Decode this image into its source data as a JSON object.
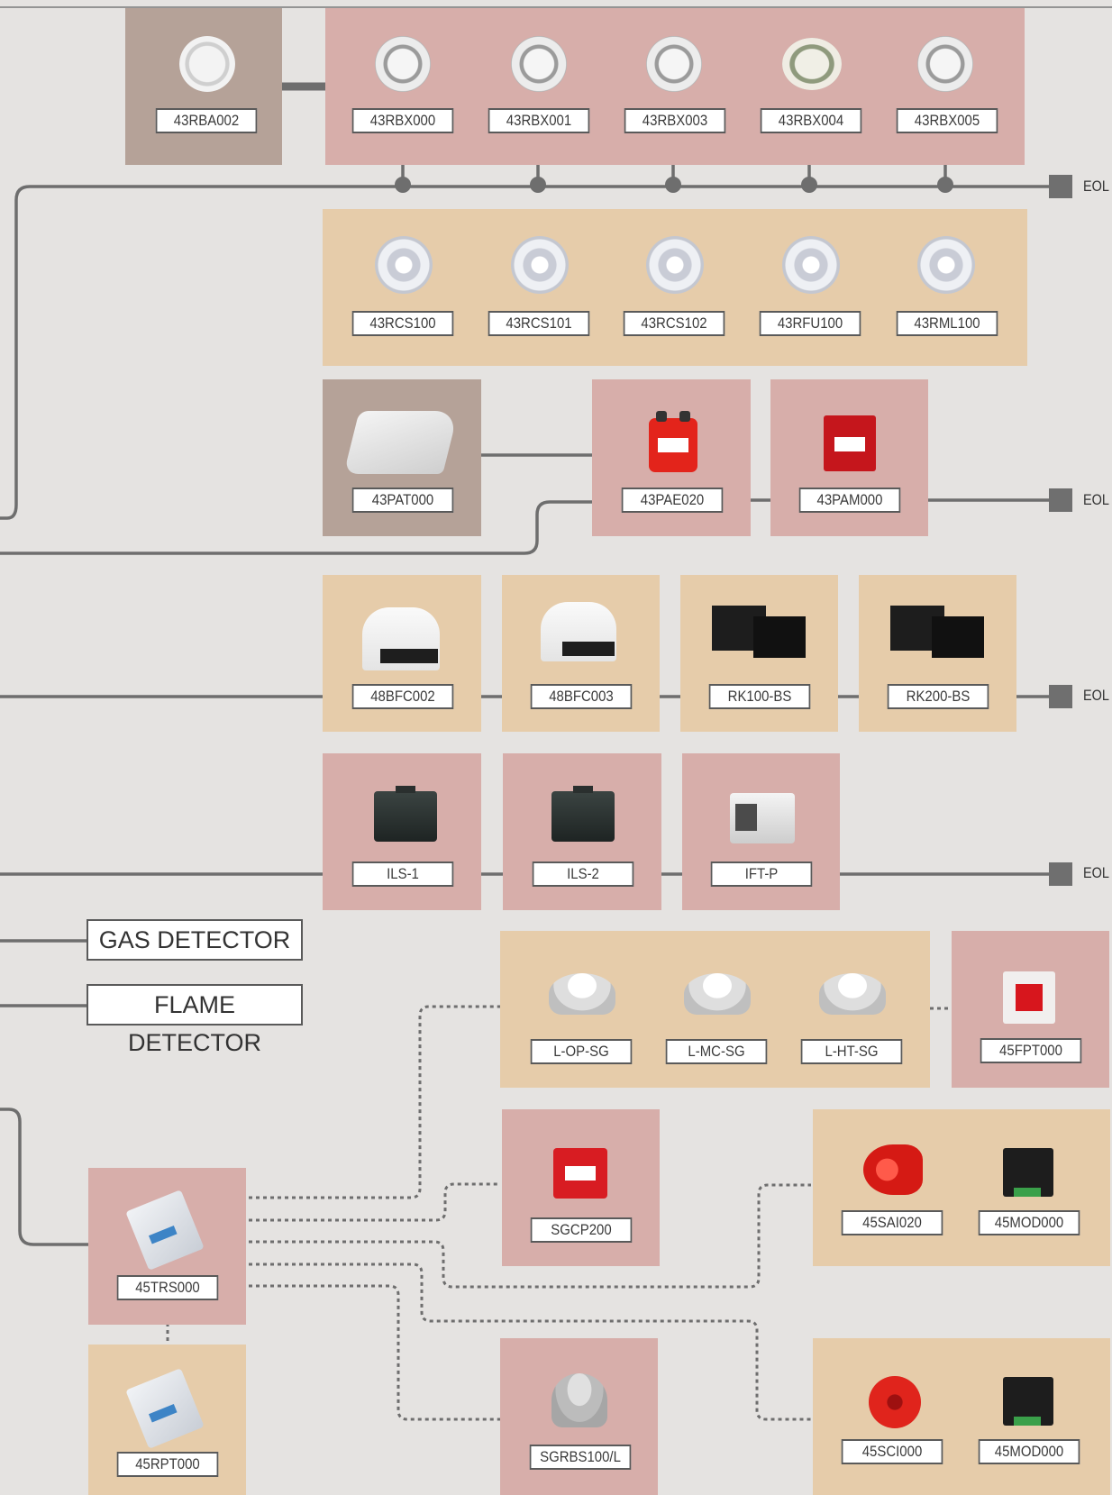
{
  "colors": {
    "pink": "#d7aeaa",
    "tan": "#e6ccaa",
    "taupe": "#b5a298",
    "line": "#6e6e6e"
  },
  "rows": {
    "bases": [
      "43RBA002",
      "43RBX000",
      "43RBX001",
      "43RBX003",
      "43RBX004",
      "43RBX005"
    ],
    "sensors": [
      "43RCS100",
      "43RCS101",
      "43RCS102",
      "43RFU100",
      "43RML100"
    ],
    "call_points": [
      "43PAT000",
      "43PAE020",
      "43PAM000"
    ],
    "beams": [
      "48BFC002",
      "48BFC003",
      "RK100-BS",
      "RK200-BS"
    ],
    "interfaces": [
      "ILS-1",
      "ILS-2",
      "IFT-P"
    ],
    "wireless_heads": [
      "L-OP-SG",
      "L-MC-SG",
      "L-HT-SG"
    ],
    "wireless_other": [
      "45FPT000",
      "SGCP200",
      "45SAI020",
      "45MOD000",
      "45TRS000",
      "45RPT000",
      "SGRBS100/L",
      "45SCI000",
      "45MOD000"
    ]
  },
  "eol": "EOL",
  "gas_detector": "GAS DETECTOR",
  "flame_detector": "FLAME DETECTOR",
  "icons": {
    "base": "detector-base-icon",
    "sensor": "smoke-sensor-icon",
    "call_point": "manual-call-point-icon",
    "beam": "beam-detector-icon",
    "interface": "interface-module-icon",
    "wireless": "wireless-detector-icon",
    "sounder": "sounder-icon",
    "module": "io-module-icon",
    "translator": "wireless-translator-icon"
  }
}
